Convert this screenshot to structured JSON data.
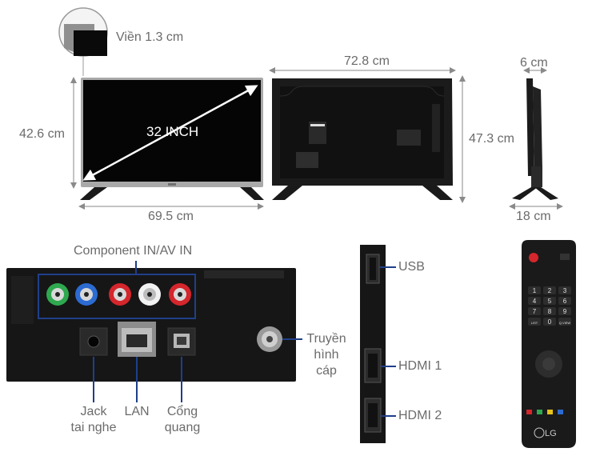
{
  "dimensions": {
    "bezel": "Viền 1.3 cm",
    "screen_size": "32 INCH",
    "front_height": "42.6 cm",
    "front_width": "69.5 cm",
    "back_width": "72.8 cm",
    "back_height": "47.3 cm",
    "side_depth": "6 cm",
    "stand_depth": "18 cm"
  },
  "ports": {
    "component_label": "Component IN/AV IN",
    "headphone_label": "Jack\ntai nghe",
    "lan_label": "LAN",
    "optical_label": "Cổng\nquang",
    "antenna_label": "Truyền\nhình\ncáp",
    "usb_label": "USB",
    "hdmi1_label": "HDMI 1",
    "hdmi2_label": "HDMI 2"
  },
  "remote": {
    "brand": "LG",
    "number_keys": [
      "1",
      "2",
      "3",
      "4",
      "5",
      "6",
      "7",
      "8",
      "9",
      "LIST",
      "0",
      "Q.VIEW"
    ]
  },
  "colors": {
    "label_gray": "#6b6b6b",
    "tv_bezel": "#a9a9a9",
    "screen": "#050505",
    "callout": "#1f3f8a",
    "rca_green": "#2fa84f",
    "rca_blue": "#2c6bd1",
    "rca_red": "#d4262c",
    "rca_white": "#f2f2f2"
  }
}
